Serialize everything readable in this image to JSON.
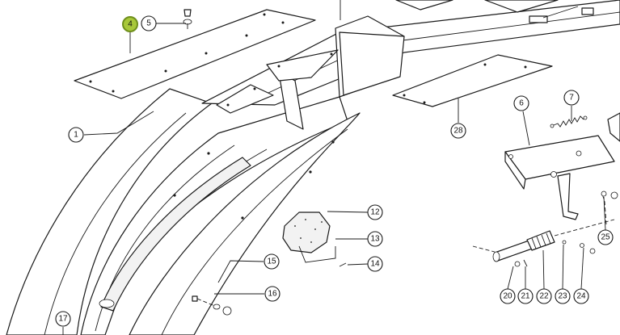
{
  "diagram": {
    "callouts": [
      {
        "id": "1",
        "label": "1"
      },
      {
        "id": "4",
        "label": "4",
        "highlighted": true
      },
      {
        "id": "5",
        "label": "5"
      },
      {
        "id": "6",
        "label": "6"
      },
      {
        "id": "7",
        "label": "7"
      },
      {
        "id": "12",
        "label": "12"
      },
      {
        "id": "13",
        "label": "13"
      },
      {
        "id": "14",
        "label": "14"
      },
      {
        "id": "15",
        "label": "15"
      },
      {
        "id": "16",
        "label": "16"
      },
      {
        "id": "17",
        "label": "17"
      },
      {
        "id": "20",
        "label": "20"
      },
      {
        "id": "21",
        "label": "21"
      },
      {
        "id": "22",
        "label": "22"
      },
      {
        "id": "23",
        "label": "23"
      },
      {
        "id": "24",
        "label": "24"
      },
      {
        "id": "25",
        "label": "25"
      },
      {
        "id": "28",
        "label": "28"
      }
    ],
    "colors": {
      "line": "#1a1a1a",
      "highlight": "#a8c83a"
    }
  }
}
